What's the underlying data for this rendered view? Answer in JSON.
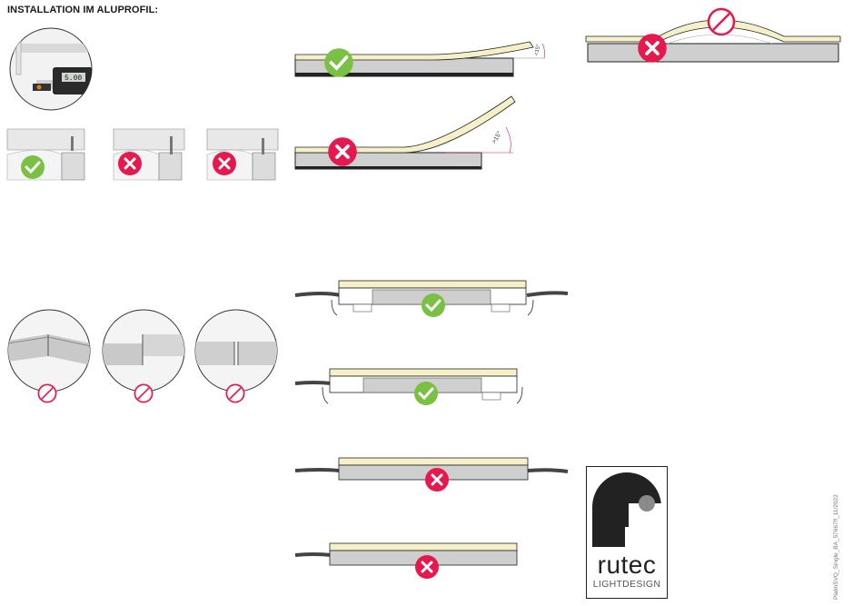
{
  "heading": "INSTALLATION IM ALUPROFIL:",
  "caliper_readout": "5.00",
  "bend_angles": {
    "small": "<15°",
    "large": ">15°"
  },
  "logo": {
    "name": "rutec",
    "subtitle": "LIGHTDESIGN"
  },
  "document_code": "PlatinSVQ_Single_BA_57667ff_11/2022",
  "colors": {
    "ok": "#7ac143",
    "error": "#e5194d",
    "strip": "#f5f0c8",
    "profile": "#cfcfcf"
  }
}
